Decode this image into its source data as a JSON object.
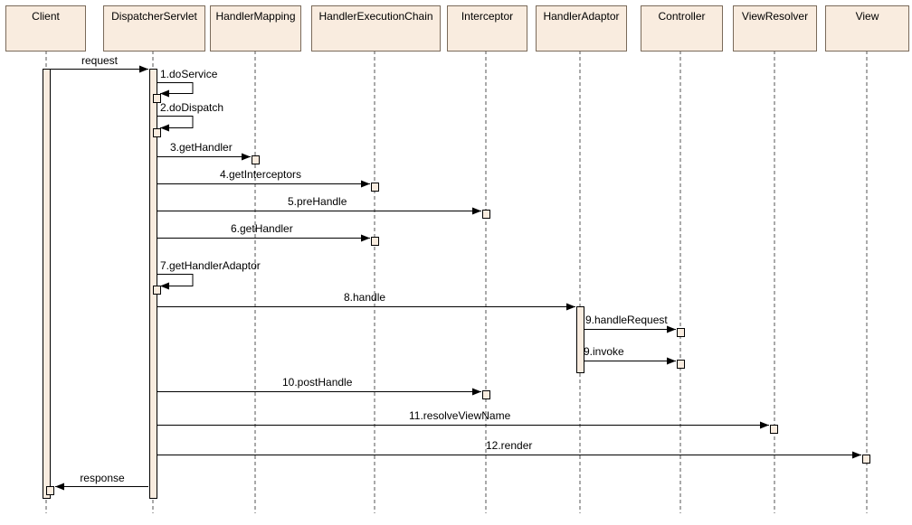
{
  "colors": {
    "box_fill": "#f9ecdf",
    "box_stroke": "#7a6a5a",
    "line": "#000000",
    "lifeline": "#555555"
  },
  "participants": [
    {
      "id": "client",
      "label": "Client"
    },
    {
      "id": "dispatcher",
      "label": "DispatcherServlet"
    },
    {
      "id": "handler-mapping",
      "label": "HandlerMapping"
    },
    {
      "id": "handler-execution-chain",
      "label": "HandlerExecutionChain"
    },
    {
      "id": "interceptor",
      "label": "Interceptor"
    },
    {
      "id": "handler-adaptor",
      "label": "HandlerAdaptor"
    },
    {
      "id": "controller",
      "label": "Controller"
    },
    {
      "id": "view-resolver",
      "label": "ViewResolver"
    },
    {
      "id": "view",
      "label": "View"
    }
  ],
  "messages": [
    {
      "from": "client",
      "to": "dispatcher",
      "label": "request"
    },
    {
      "from": "dispatcher",
      "to": "dispatcher",
      "label": "1.doService"
    },
    {
      "from": "dispatcher",
      "to": "dispatcher",
      "label": "2.doDispatch"
    },
    {
      "from": "dispatcher",
      "to": "handler-mapping",
      "label": "3.getHandler"
    },
    {
      "from": "dispatcher",
      "to": "handler-execution-chain",
      "label": "4.getInterceptors"
    },
    {
      "from": "dispatcher",
      "to": "interceptor",
      "label": "5.preHandle"
    },
    {
      "from": "dispatcher",
      "to": "handler-execution-chain",
      "label": "6.getHandler"
    },
    {
      "from": "dispatcher",
      "to": "dispatcher",
      "label": "7.getHandlerAdaptor"
    },
    {
      "from": "dispatcher",
      "to": "handler-adaptor",
      "label": "8.handle"
    },
    {
      "from": "handler-adaptor",
      "to": "controller",
      "label": "9.handleRequest"
    },
    {
      "from": "handler-adaptor",
      "to": "controller",
      "label": "9.invoke"
    },
    {
      "from": "dispatcher",
      "to": "interceptor",
      "label": "10.postHandle"
    },
    {
      "from": "dispatcher",
      "to": "view-resolver",
      "label": "11.resolveViewName"
    },
    {
      "from": "dispatcher",
      "to": "view",
      "label": "12.render"
    },
    {
      "from": "dispatcher",
      "to": "client",
      "label": "response"
    }
  ]
}
